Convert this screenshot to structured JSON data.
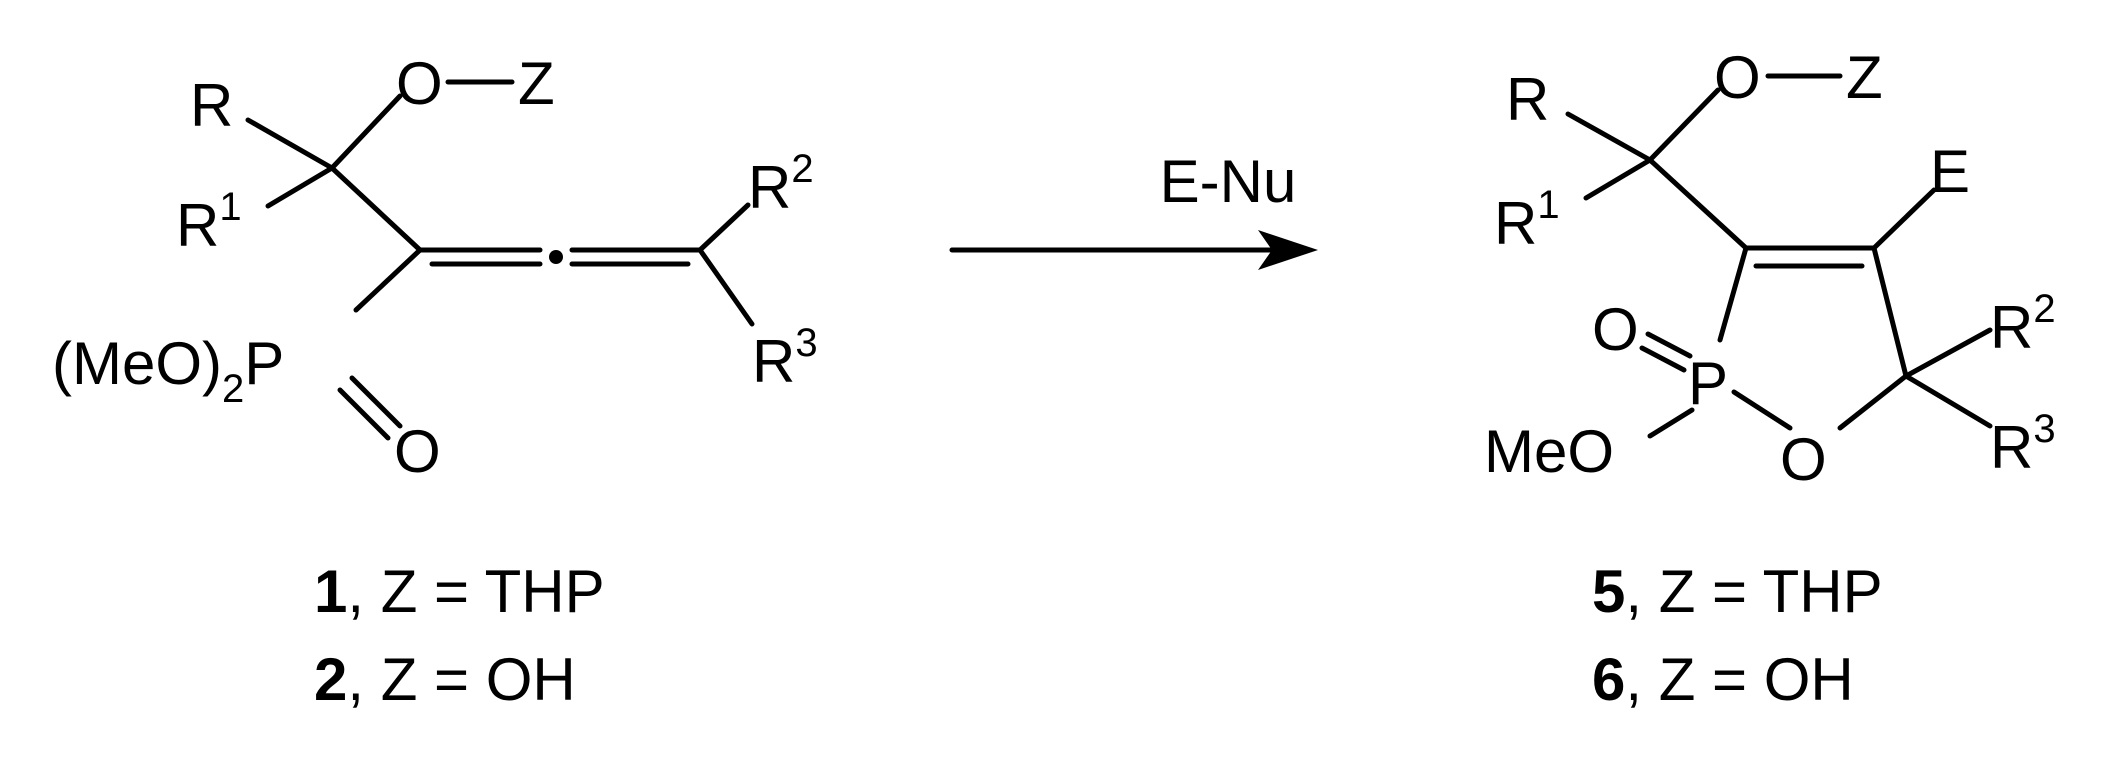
{
  "reagent": "E-Nu",
  "left_structure": {
    "substituents": {
      "R": "R",
      "R1_base": "R",
      "R1_sup": "1",
      "R2_base": "R",
      "R2_sup": "2",
      "R3_base": "R",
      "R3_sup": "3"
    },
    "ether": {
      "O": "O",
      "Z": "Z"
    },
    "phosphonate": {
      "prefix": "(MeO)",
      "sub": "2",
      "P": "P",
      "oxo": "O"
    }
  },
  "right_structure": {
    "substituents": {
      "R": "R",
      "R1_base": "R",
      "R1_sup": "1",
      "R2_base": "R",
      "R2_sup": "2",
      "R3_base": "R",
      "R3_sup": "3",
      "E": "E"
    },
    "ether": {
      "O": "O",
      "Z": "Z"
    },
    "ring": {
      "P": "P",
      "oxo": "O",
      "methoxy": "MeO",
      "ring_O": "O"
    }
  },
  "captions_left": [
    {
      "number": "1",
      "text": ", Z = THP"
    },
    {
      "number": "2",
      "text": ", Z = OH"
    }
  ],
  "captions_right": [
    {
      "number": "5",
      "text": ", Z = THP"
    },
    {
      "number": "6",
      "text": ", Z = OH"
    }
  ]
}
